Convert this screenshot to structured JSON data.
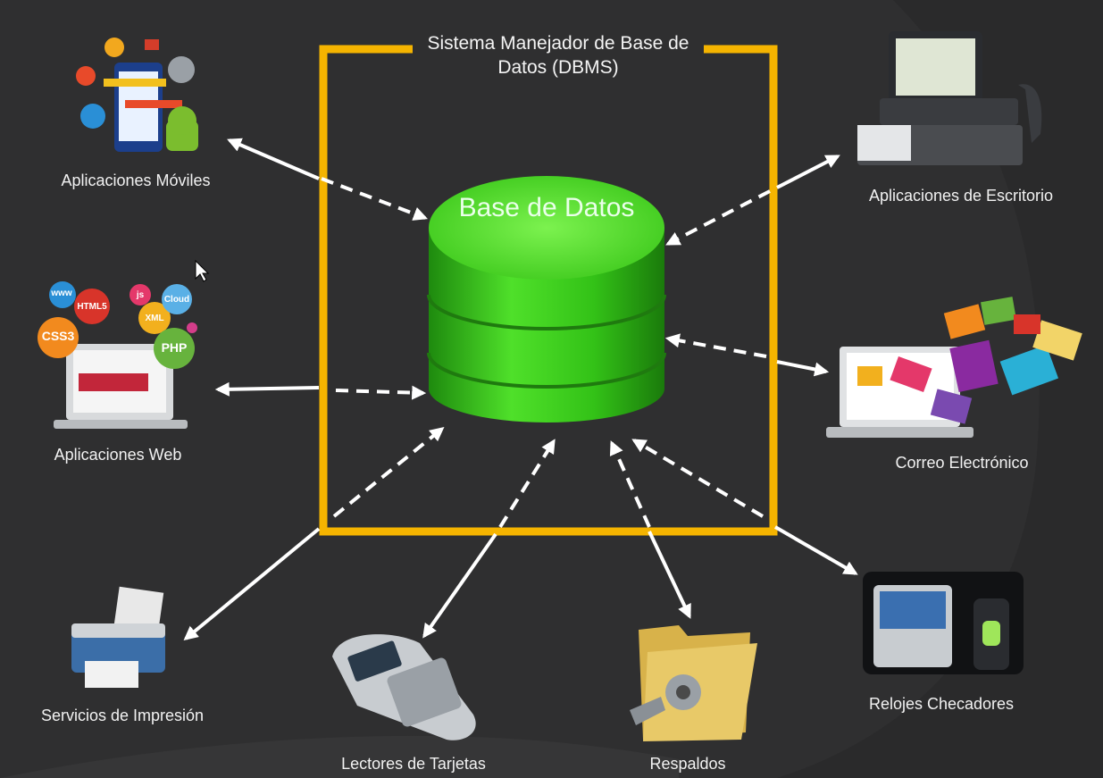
{
  "dbms": {
    "title": "Sistema Manejador de Base de Datos (DBMS)",
    "border_color": "#f5b400"
  },
  "database": {
    "label": "Base de Datos",
    "color": "#3fd21e"
  },
  "nodes": [
    {
      "id": "mobile",
      "label": "Aplicaciones Móviles",
      "icon": "mobile-apps-icon"
    },
    {
      "id": "web",
      "label": "Aplicaciones Web",
      "icon": "web-apps-icon"
    },
    {
      "id": "print",
      "label": "Servicios de Impresión",
      "icon": "printer-icon"
    },
    {
      "id": "cards",
      "label": "Lectores de Tarjetas",
      "icon": "card-reader-icon"
    },
    {
      "id": "backup",
      "label": "Respaldos",
      "icon": "backup-folder-icon"
    },
    {
      "id": "clock",
      "label": "Relojes Checadores",
      "icon": "time-clock-icon"
    },
    {
      "id": "email",
      "label": "Correo Electrónico",
      "icon": "email-icon"
    },
    {
      "id": "desktop",
      "label": "Aplicaciones de Escritorio",
      "icon": "desktop-pos-icon"
    }
  ],
  "icon_badges": {
    "web": [
      "www",
      "HTML5",
      "CSS3",
      "XML",
      "PHP",
      "js",
      "Cloud"
    ]
  }
}
